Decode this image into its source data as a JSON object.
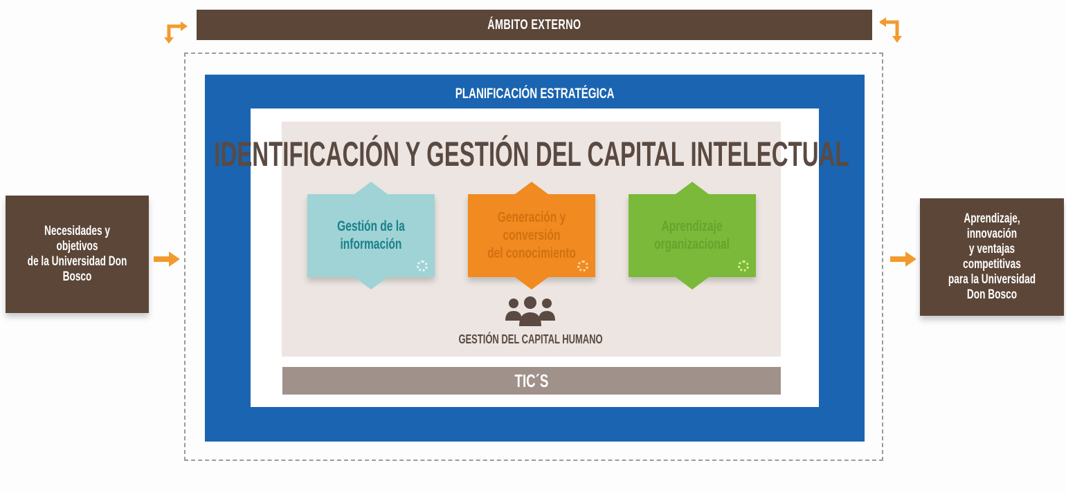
{
  "external": {
    "label": "ÁMBITO EXTERNO"
  },
  "strategic": {
    "label": "PLANIFICACIÓN ESTRATÉGICA"
  },
  "main": {
    "title": "IDENTIFICACIÓN Y GESTIÓN DEL CAPITAL INTELECTUAL"
  },
  "cards": [
    {
      "lines": [
        "Gestión de la",
        "información"
      ],
      "color": "#9fd3d6",
      "text_color": "#1a8088"
    },
    {
      "lines": [
        "Generación  y conversión",
        "del conocimiento"
      ],
      "color": "#f08a21",
      "text_color": "#d3700f"
    },
    {
      "lines": [
        "Aprendizaje",
        "organizacional"
      ],
      "color": "#7ab939",
      "text_color": "#68a22c"
    }
  ],
  "human_capital": {
    "label": "GESTIÓN DEL CAPITAL HUMANO",
    "icon": "people-group-icon"
  },
  "tics": {
    "label": "TIC´S"
  },
  "input": {
    "lines": [
      "Necesidades y objetivos",
      "de la Universidad Don",
      "Bosco"
    ]
  },
  "output": {
    "lines": [
      "Aprendizaje, innovación",
      "y ventajas competitivas",
      "para la Universidad",
      "Don Bosco"
    ]
  },
  "colors": {
    "brown": "#5b4638",
    "blue": "#1a64b1",
    "beige": "#ece5e1",
    "taupe": "#a1918b",
    "arrow_orange": "#f29a2e"
  }
}
